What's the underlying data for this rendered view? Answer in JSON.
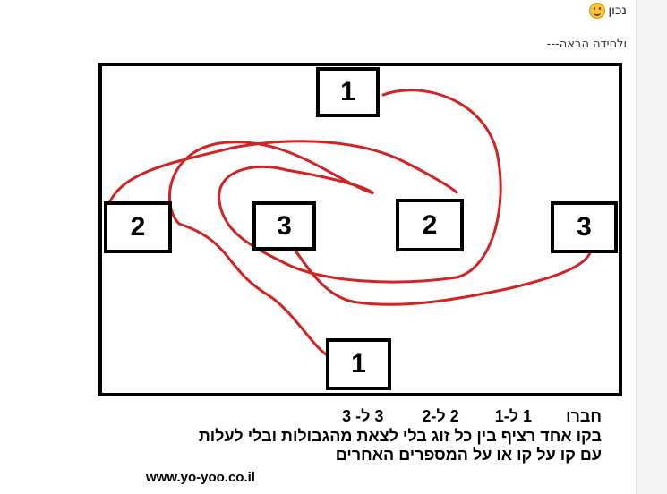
{
  "header": {
    "reply_text": "נכון"
  },
  "post": {
    "next_riddle_text": "ולחידה הבאה---"
  },
  "puzzle": {
    "boxes": [
      "1",
      "2",
      "3",
      "2",
      "3",
      "1"
    ]
  },
  "instructions": {
    "connect_label": "חברו",
    "pair_1": "1 ל-1",
    "pair_2": "2 ל-2",
    "pair_3": "3 ל- 3",
    "line_2": "בקו אחד רציף בין כל זוג בלי לצאת מהגבולות ובלי לעלות",
    "line_3": "עם קו על קו או על המספרים האחרים"
  },
  "footer": {
    "website": "www.yo-yoo.co.il"
  },
  "colors": {
    "line": "#d32222",
    "border": "#000000"
  }
}
